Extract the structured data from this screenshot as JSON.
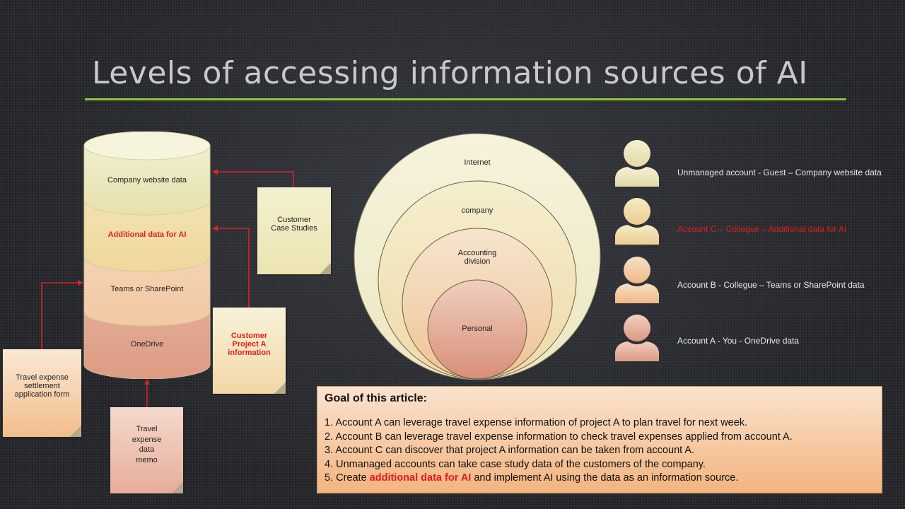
{
  "title": "Levels of accessing information sources of AI",
  "cylinder": {
    "segments": [
      {
        "label": "Company website data",
        "highlight": false
      },
      {
        "label": "Additional data for AI",
        "highlight": true
      },
      {
        "label": "Teams or SharePoint",
        "highlight": false
      },
      {
        "label": "OneDrive",
        "highlight": false
      }
    ]
  },
  "notes": {
    "customer_case": [
      "Customer",
      "Case Studies"
    ],
    "customer_project": [
      "Customer",
      "Project A",
      "information"
    ],
    "travel_form": [
      "Travel expense",
      "settlement",
      "application form"
    ],
    "travel_memo": [
      "Travel",
      "expense",
      "data",
      "memo"
    ]
  },
  "circles": {
    "internet": "Internet",
    "company": "company",
    "accounting": [
      "Accounting",
      "division"
    ],
    "personal": "Personal"
  },
  "accounts": [
    {
      "label": "Unmanaged account - Guest – Company website data",
      "highlight": false
    },
    {
      "label": "Account C – Collegue – Additional data for AI",
      "highlight": true
    },
    {
      "label": "Account B - Collegue – Teams or SharePoint data",
      "highlight": false
    },
    {
      "label": "Account A - You - OneDrive data",
      "highlight": false
    }
  ],
  "goal": {
    "title": "Goal of this article:",
    "items": [
      "1. Account A can leverage travel expense information of project A to plan travel for next week.",
      "2. Account B can leverage travel expense information to check travel expenses applied from account A.",
      "3. Account C can discover that project A information can be taken from account A.",
      "4. Unmanaged accounts can take case study data of the customers of the company."
    ],
    "last_item": {
      "prefix": "5. Create ",
      "highlight": "additional data for AI",
      "suffix": " and implement AI using the data as an information source."
    }
  },
  "colors": {
    "accent_rule": "#8dc63f",
    "highlight": "#e31b1b",
    "arrow": "#d9232a"
  }
}
